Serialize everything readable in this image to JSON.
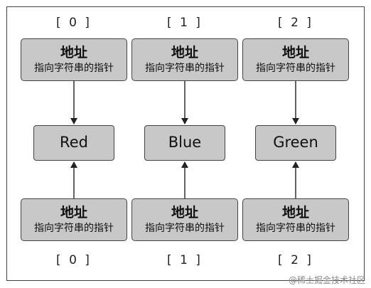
{
  "top_indices": [
    "[ 0 ]",
    "[ 1 ]",
    "[ 2 ]"
  ],
  "bottom_indices": [
    "[ 0 ]",
    "[ 1 ]",
    "[ 2 ]"
  ],
  "address_box": {
    "title": "地址",
    "subtitle": "指向字符串的指针"
  },
  "values": [
    "Red",
    "Blue",
    "Green"
  ],
  "watermark": "@稀土掘金技术社区",
  "colors": {
    "box_fill": "#c8c8c8",
    "border": "#444444"
  }
}
